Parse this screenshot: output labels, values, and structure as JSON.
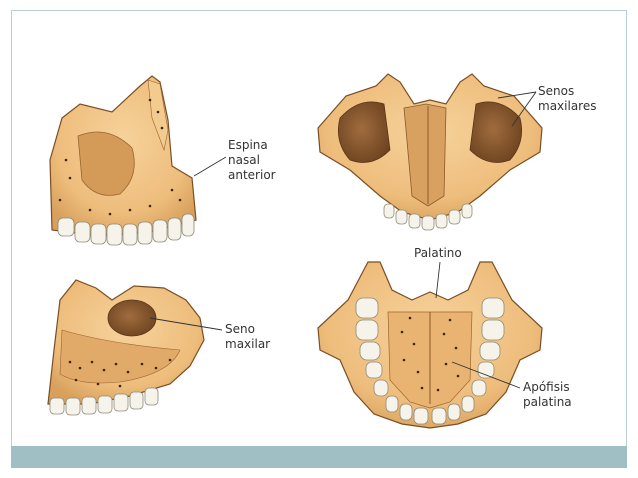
{
  "labels": {
    "espina": [
      "Espina",
      "nasal",
      "anterior"
    ],
    "senos": [
      "Senos",
      "maxilares"
    ],
    "seno": [
      "Seno",
      "maxilar"
    ],
    "palatino": [
      "Palatino"
    ],
    "apofisis": [
      "Apófisis",
      "palatina"
    ]
  },
  "colors": {
    "bone": "#eebd7c",
    "bone_dark": "#c98a45",
    "cavity": "#8a5a33",
    "outline": "#7a4e24",
    "tooth": "#f6f3ea",
    "footer": "#9fbfc4",
    "frame": "#b9cfd3"
  }
}
